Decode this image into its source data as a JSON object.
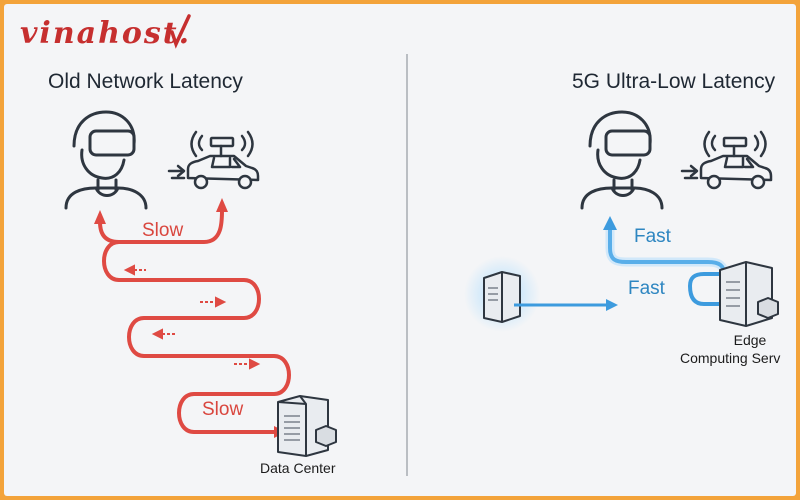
{
  "brand": {
    "logo_text": "vinahost."
  },
  "left_panel": {
    "title": "Old Network Latency",
    "slow_labels": [
      "Slow",
      "Slow"
    ],
    "server_label": "Data Center"
  },
  "right_panel": {
    "title": "5G Ultra-Low Latency",
    "fast_labels": [
      "Fast",
      "Fast"
    ],
    "server_label_line1": "Edge",
    "server_label_line2": "Computing Serv"
  },
  "colors": {
    "slow": "#df4a43",
    "fast": "#3d9bde",
    "fast_glow": "#8fd2ff",
    "outline": "#2e3640",
    "divider": "#a6abb2",
    "frame": "#f3a33a"
  },
  "icons": [
    "vr-headset-user-icon",
    "autonomous-car-icon",
    "server-tower-icon",
    "data-flow-arrow-icon"
  ]
}
